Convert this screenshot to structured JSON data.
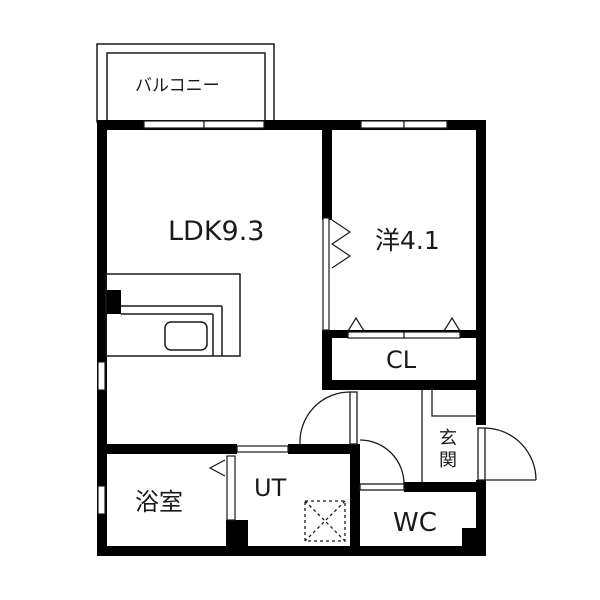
{
  "floor_plan": {
    "title": "",
    "colors": {
      "wall": "#000000",
      "background": "#ffffff",
      "line": "#1a1a1a"
    },
    "rooms": {
      "balcony": {
        "label": "バルコニー"
      },
      "ldk": {
        "label": "LDK9.3"
      },
      "western": {
        "label": "洋4.1"
      },
      "closet": {
        "label": "CL"
      },
      "bath": {
        "label": "浴室"
      },
      "utility": {
        "label": "UT"
      },
      "entrance": {
        "label_line1": "玄",
        "label_line2": "関"
      },
      "toilet": {
        "label": "WC"
      }
    }
  }
}
